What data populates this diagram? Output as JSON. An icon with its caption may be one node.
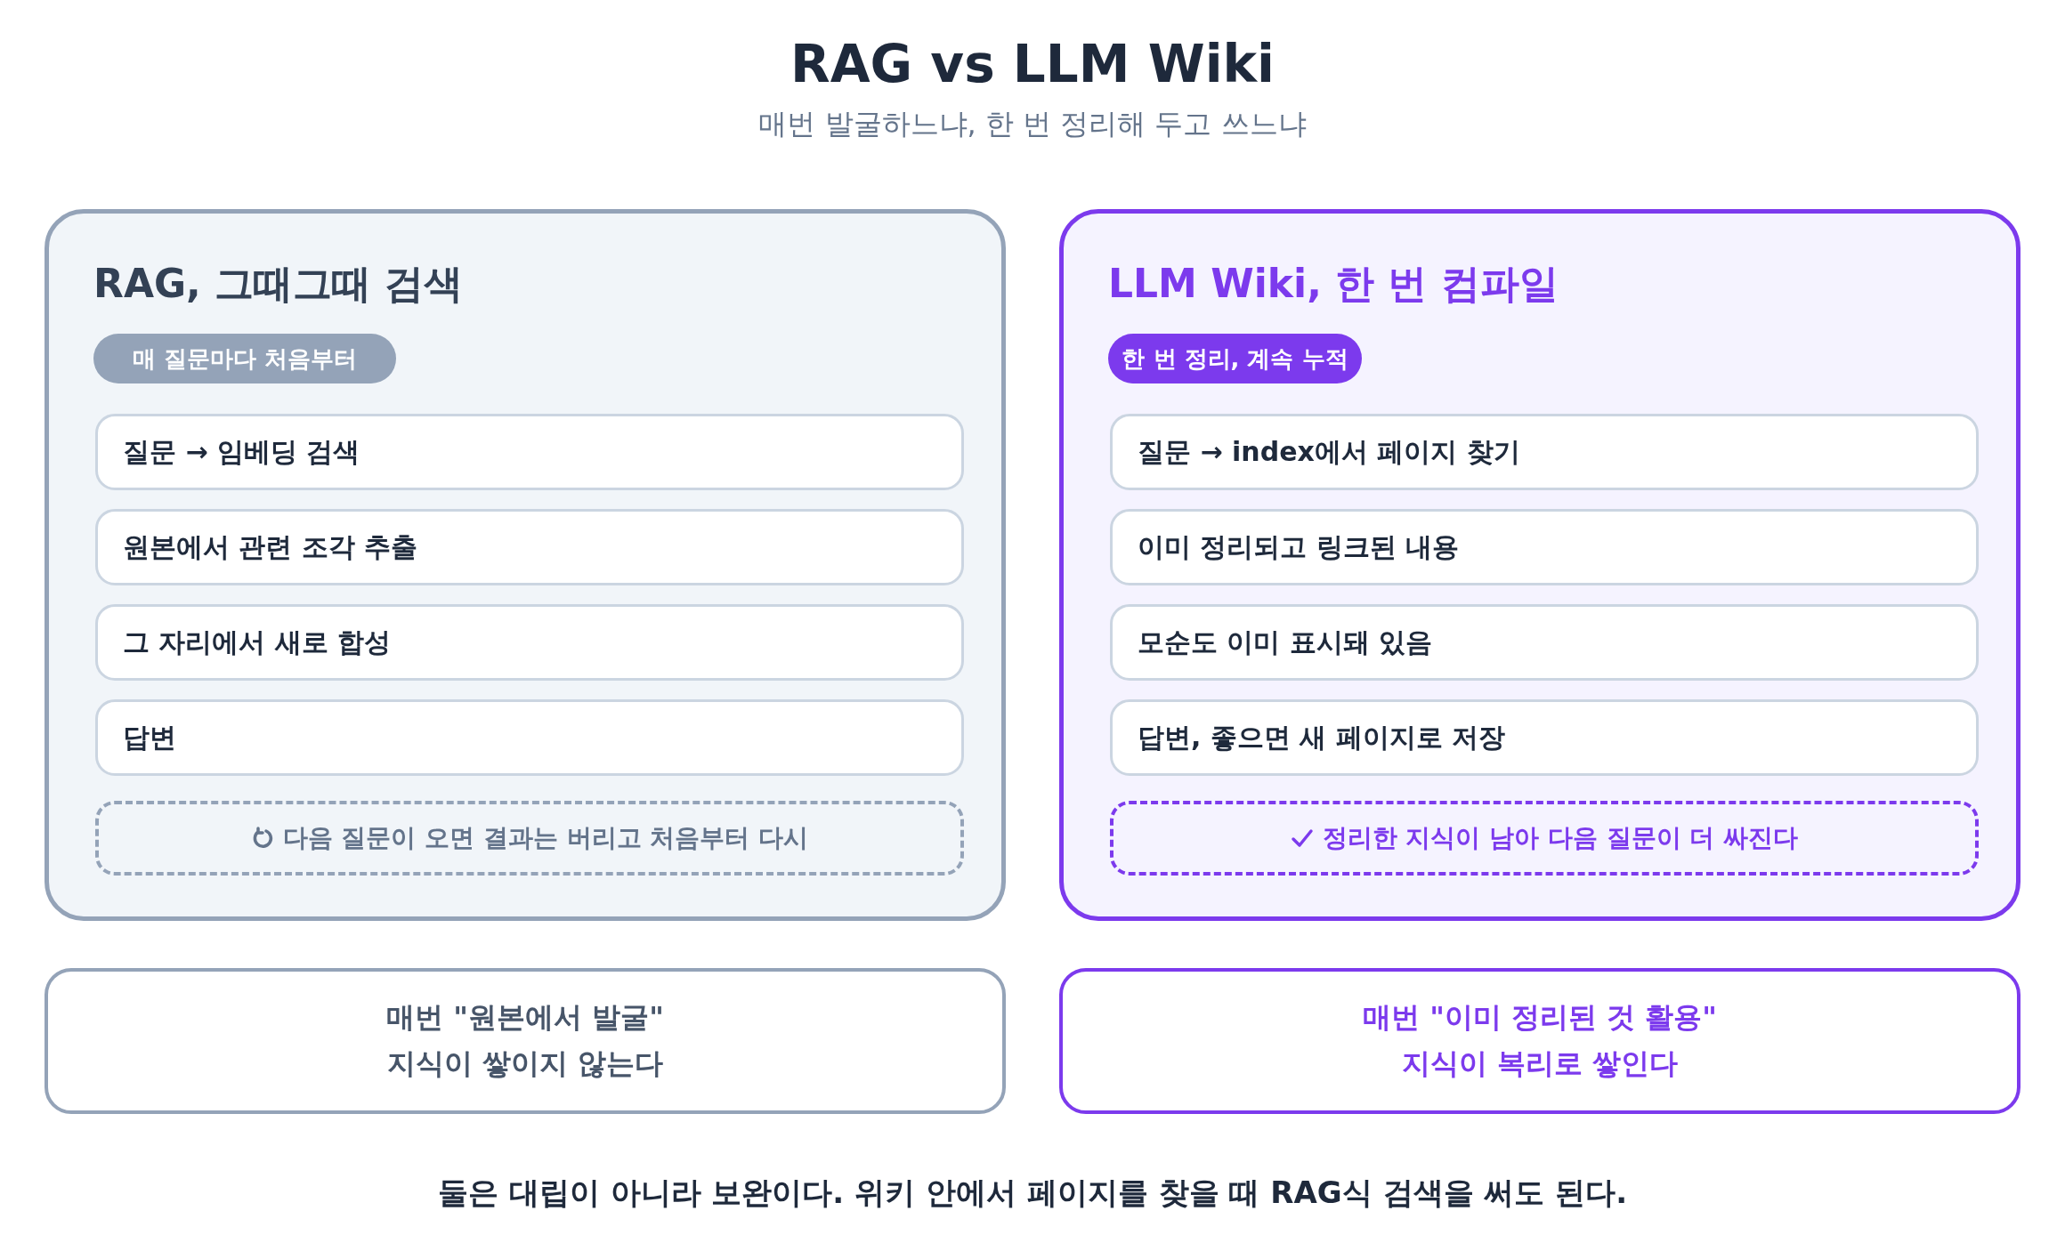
{
  "diagram": {
    "title": "RAG vs LLM Wiki",
    "caption": "둘은 대립이 아니라 보완이다. 위키 안에서 페이지를 찾을 때 RAG식 검색을 써도 된다.",
    "labels": [
      "매번 발굴하느냐, 한 번 정리해 두고 쓰느냐"
    ],
    "nodes": [
      {
        "text": [
          "RAG, 그때그때 검색"
        ]
      },
      {
        "text": [
          "매 질문마다 처음부터"
        ],
        "in": 0
      },
      {
        "text": [
          "질문 → 임베딩 검색"
        ],
        "in": 0
      },
      {
        "text": [
          "원본에서 관련 조각 추출"
        ],
        "in": 0
      },
      {
        "text": [
          "그 자리에서 새로 합성"
        ],
        "in": 0
      },
      {
        "text": [
          "답변"
        ],
        "in": 0
      },
      {
        "text": [
          "다음 질문이 오면 결과는 버리고 처음부터 다시"
        ],
        "in": 0
      },
      {
        "text": [
          "LLM Wiki, 한 번 컴파일"
        ]
      },
      {
        "text": [
          "한 번 정리, 계속 누적"
        ],
        "in": 7
      },
      {
        "text": [
          "질문 → index에서 페이지 찾기"
        ],
        "in": 7
      },
      {
        "text": [
          "이미 정리되고 링크된 내용"
        ],
        "in": 7
      },
      {
        "text": [
          "모순도 이미 표시돼 있음"
        ],
        "in": 7
      },
      {
        "text": [
          "답변, 좋으면 새 페이지로 저장"
        ],
        "in": 7
      },
      {
        "text": [
          "정리한 지식이 남아 다음 질문이 더 싸진다"
        ],
        "in": 7
      },
      {
        "text": [
          "매번 \"원본에서 발굴\"",
          "지식이 쌓이지 않는다"
        ]
      },
      {
        "text": [
          "매번 \"이미 정리된 것 활용\"",
          "지식이 복리로 쌓인다"
        ]
      }
    ],
    "edges": []
  }
}
